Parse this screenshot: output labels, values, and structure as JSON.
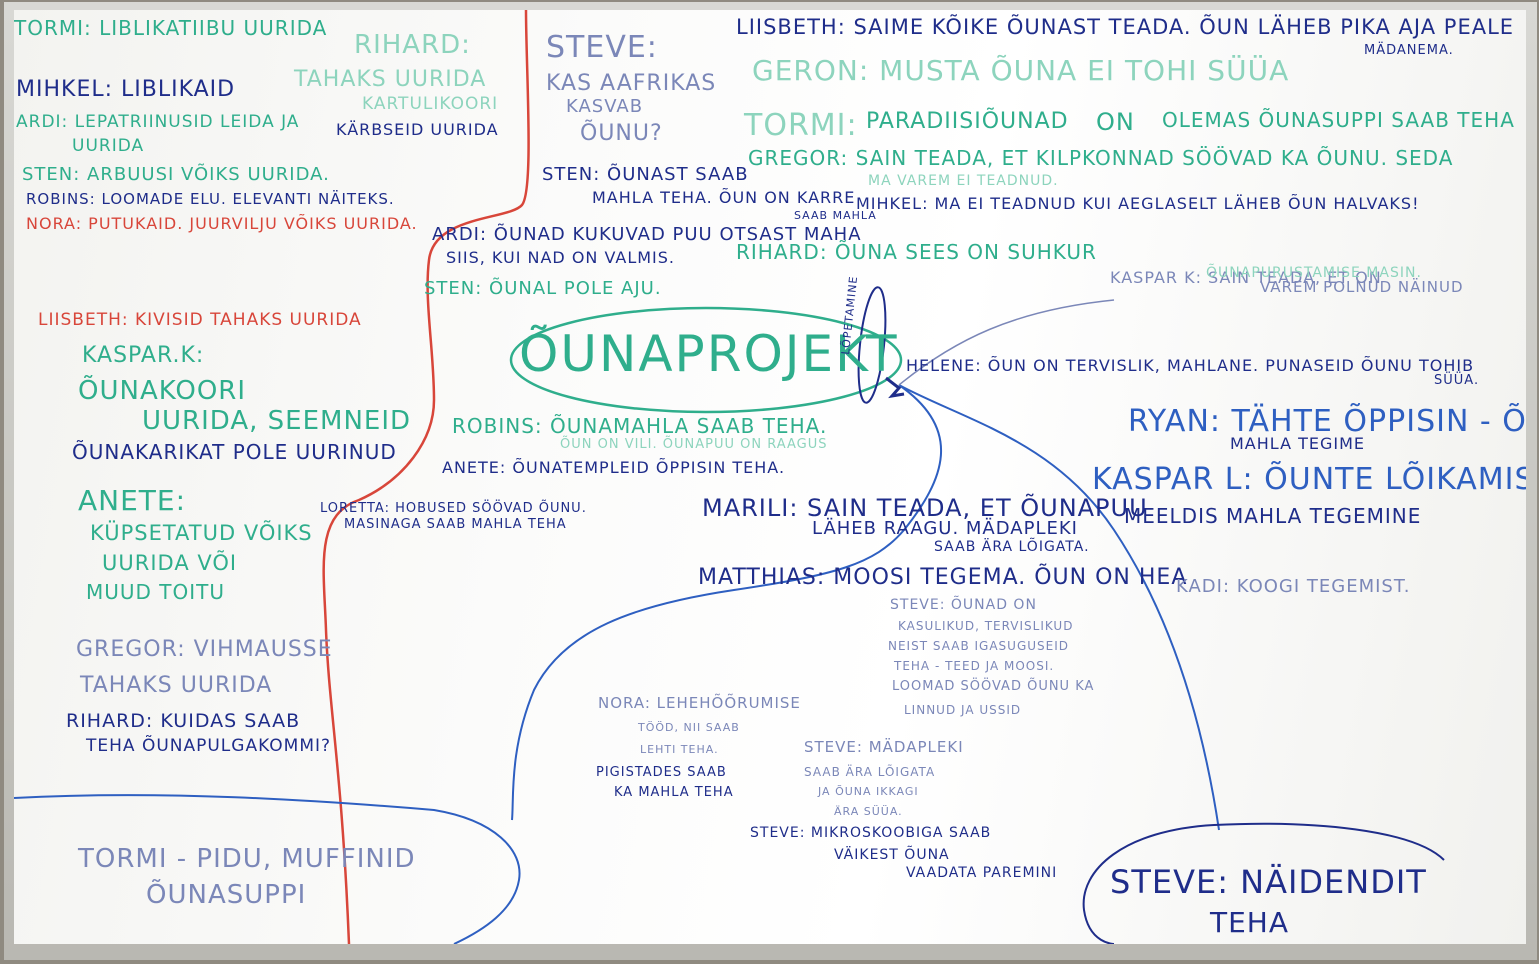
{
  "board": {
    "center_title": "ÕUNAPROJEKT",
    "side_label": "LÕPETAMINE"
  },
  "notes": {
    "tormi1": "TORMI: LIBLIKATIIBU UURIDA",
    "mihkel1": "MIHKEL: LIBLIKAID",
    "ardi1_a": "ARDI: LEPATRIINUSID LEIDA JA",
    "ardi1_b": "UURIDA",
    "sten1": "STEN: ARBUUSI VÕIKS UURIDA.",
    "robins1": "ROBINS: LOOMADE ELU. ELEVANTI NÄITEKS.",
    "nora1": "NORA: PUTUKAID. JUURVILJU VÕIKS UURIDA.",
    "rihard1_a": "RIHARD:",
    "rihard1_b": "TAHAKS UURIDA",
    "rihard1_c": "KARTULIKOORI",
    "rihard1_d": "KÄRBSEID UURIDA",
    "steve1_a": "STEVE:",
    "steve1_b": "KAS AAFRIKAS",
    "steve1_c": "KASVAB",
    "steve1_d": "ÕUNU?",
    "liisbeth1": "LIISBETH: SAIME KÕIKE ÕUNAST TEADA. ÕUN LÄHEB PIKA AJA PEALE",
    "liisbeth1_b": "MÄDANEMA.",
    "geron1": "GERON: MUSTA ÕUNA EI TOHI SÜÜA",
    "tormi2_a": "TORMI:",
    "tormi2_b": "PARADIISIÕUNAD",
    "tormi2_c": "ON",
    "tormi2_d": "OLEMAS ÕUNASUPPI SAAB TEHA",
    "sten2_a": "STEN: ÕUNAST SAAB",
    "sten2_b": "MAHLA TEHA. ÕUN ON KARRE",
    "sten2_c": "SAAB MAHLA",
    "gregor1_a": "GREGOR: SAIN TEADA, ET KILPKONNAD SÖÖVAD KA ÕUNU. SEDA",
    "gregor1_b": "MA VAREM EI TEADNUD.",
    "mihkel2": "MIHKEL: MA EI TEADNUD KUI AEGLASELT LÄHEB ÕUN HALVAKS!",
    "ardi2_a": "ARDI: ÕUNAD KUKUVAD PUU OTSAST MAHA",
    "ardi2_b": "SIIS, KUI NAD ON VALMIS.",
    "rihard2": "RIHARD: ÕUNA SEES ON SUHKUR",
    "sten3": "STEN: ÕUNAL POLE AJU.",
    "kaspar1_a": "KASPAR K: SAIN TEADA, ET ON",
    "kaspar1_b": "ÕUNAPURUSTAMISE MASIN.",
    "kaspar1_c": "VAREM POLNUD NÄINUD",
    "liisbeth2": "LIISBETH: KIVISID TAHAKS UURIDA",
    "kasparK_a": "KASPAR.K:",
    "kasparK_b": "ÕUNAKOORI",
    "kasparK_c": "UURIDA, SEEMNEID",
    "kasparK_d": "ÕUNAKARIKAT POLE UURINUD",
    "helene_a": "HELENE: ÕUN ON TERVISLIK, MAHLANE. PUNASEID ÕUNU TOHIB",
    "helene_b": "SÜÜA.",
    "ryan_a": "RYAN: TÄHTE ÕPPISIN - Õ",
    "ryan_b": "MAHLA TEGIME",
    "kasparL_a": "KASPAR L: ÕUNTE LÕIKAMIST,",
    "kasparL_b": "MEELDIS MAHLA TEGEMINE",
    "robins2_a": "ROBINS: ÕUNAMAHLA SAAB TEHA.",
    "robins2_b": "ÕUN ON VILI. ÕUNAPUU ON RAAGUS",
    "anete2": "ANETE: ÕUNATEMPLEID ÕPPISIN TEHA.",
    "anete1_a": "ANETE:",
    "anete1_b": "KÜPSETATUD VÕIKS",
    "anete1_c": "UURIDA VÕI",
    "anete1_d": "MUUD TOITU",
    "loretta_a": "LORETTA: HOBUSED SÖÖVAD ÕUNU.",
    "loretta_b": "MASINAGA SAAB MAHLA TEHA",
    "marili_a": "MARILI: SAIN TEADA, ET ÕUNAPUU",
    "marili_b": "LÄHEB RAAGU. MÄDAPLEKI",
    "marili_c": "SAAB ÄRA LÕIGATA.",
    "matthias": "MATTHIAS: MOOSI TEGEMA. ÕUN ON HEA",
    "kadi": "KADI: KOOGI TEGEMIST.",
    "steve2_a": "STEVE: ÕUNAD ON",
    "steve2_b": "KASULIKUD, TERVISLIKUD",
    "steve2_c": "NEIST SAAB IGASUGUSEID",
    "steve2_d": "TEHA - TEED JA MOOSI.",
    "steve2_e": "LOOMAD SÖÖVAD ÕUNU KA",
    "steve2_f": "LINNUD JA USSID",
    "gregor2_a": "GREGOR: VIHMAUSSE",
    "gregor2_b": "TAHAKS UURIDA",
    "rihard3_a": "RIHARD: KUIDAS SAAB",
    "rihard3_b": "TEHA ÕUNAPULGAKOMMI?",
    "nora2_a": "NORA: LEHEHÕÕRUMISE",
    "nora2_b": "TÖÖD, NII SAAB",
    "nora2_c": "LEHTI TEHA.",
    "nora2_d": "PIGISTADES SAAB",
    "nora2_e": "KA MAHLA TEHA",
    "steve3_a": "STEVE: MÄDAPLEKI",
    "steve3_b": "SAAB ÄRA LÕIGATA",
    "steve3_c": "JA ÕUNA IKKAGI",
    "steve3_d": "ÄRA SÜÜA.",
    "steve4_a": "STEVE: MIKROSKOOBIGA SAAB",
    "steve4_b": "VÄIKEST ÕUNA",
    "steve4_c": "VAADATA PAREMINI",
    "tormi3_a": "TORMI - PIDU, MUFFINID",
    "tormi3_b": "ÕUNASUPPI",
    "steve5_a": "STEVE: NÄIDENDIT",
    "steve5_b": "TEHA"
  }
}
